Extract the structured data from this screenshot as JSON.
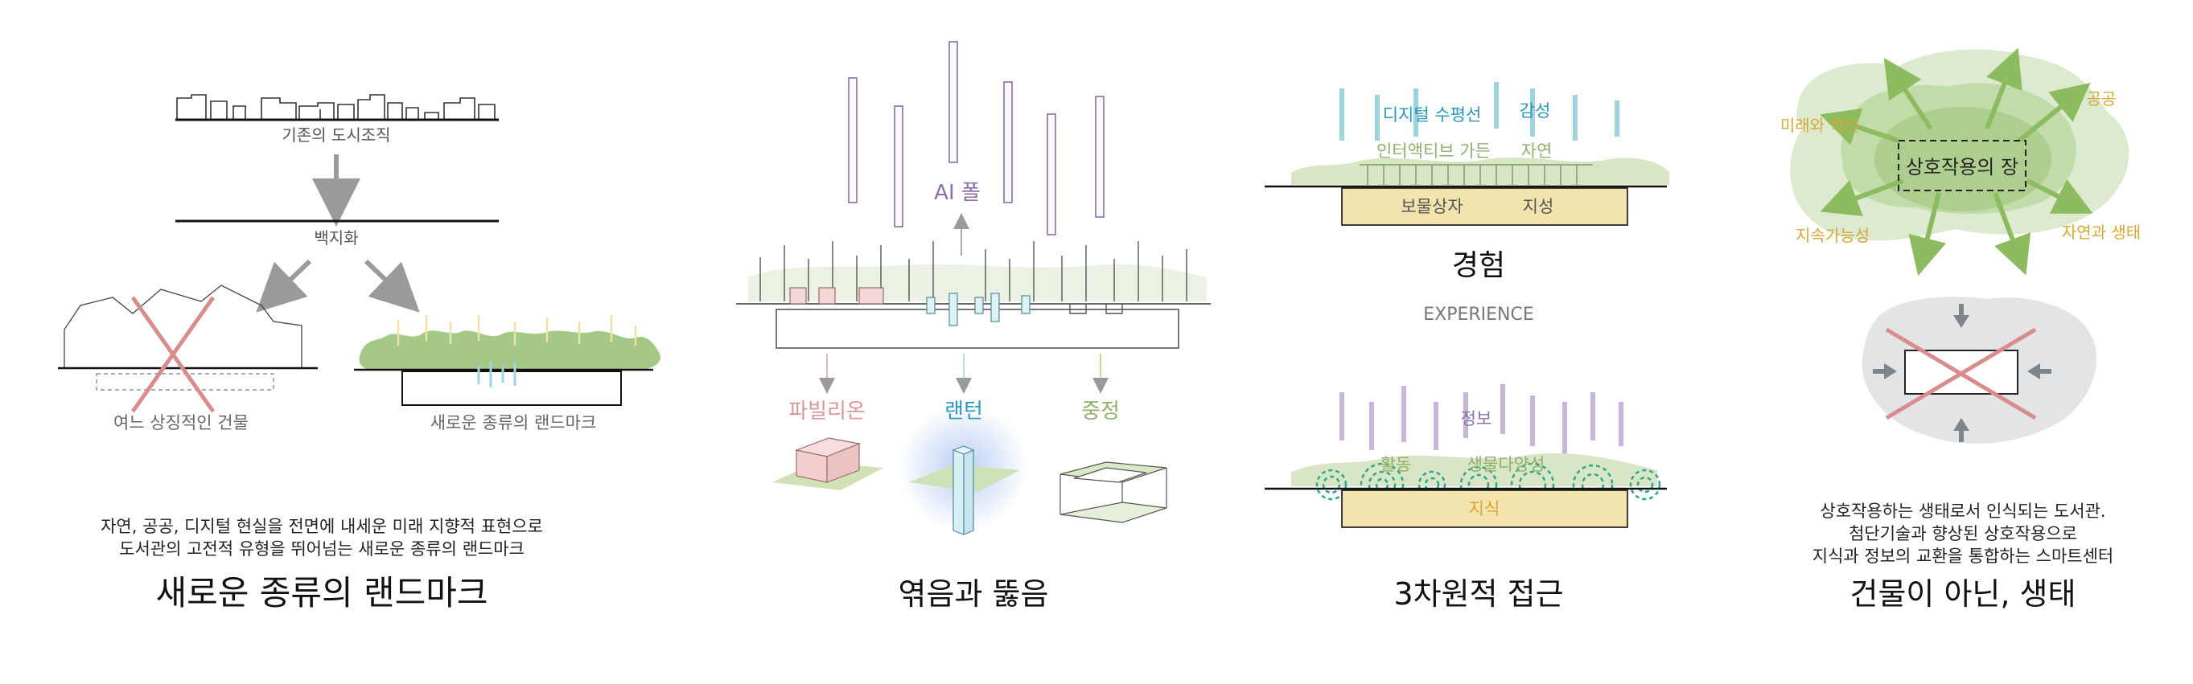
{
  "panel1": {
    "label_existing": "기존의 도시조직",
    "label_blank": "백지화",
    "label_symbolic": "여느 상징적인 건물",
    "label_newmark": "새로운 종류의 랜드마크",
    "desc_line1": "자연, 공공, 디지털 현실을 전면에 내세운 미래 지향적 표현으로",
    "desc_line2": "도서관의 고전적 유형을 뛰어넘는 새로운 종류의 랜드마크",
    "title": "새로운 종류의 랜드마크"
  },
  "panel2": {
    "label_ai": "AI 폴",
    "label_pavilion": "파빌리온",
    "label_lantern": "랜턴",
    "label_courtyard": "중정",
    "title": "엮음과 뚫음"
  },
  "panel3": {
    "label_digital": "디지털 수평선",
    "label_sense": "감성",
    "label_garden": "인터액티브 가든",
    "label_nature": "자연",
    "label_treasure": "보물상자",
    "label_intellect": "지성",
    "heading": "경험",
    "heading_en": "EXPERIENCE",
    "label_info": "정보",
    "label_activity": "활동",
    "label_biodiversity": "생물다양성",
    "label_knowledge": "지식",
    "title": "3차원적 접근"
  },
  "panel4": {
    "label_future": "미래와 혁신",
    "label_public": "공공",
    "label_field": "상호작용의 장",
    "label_sustain": "지속가능성",
    "label_naturelife": "자연과 생태",
    "desc_line1": "상호작용하는 생태로서 인식되는 도서관.",
    "desc_line2": "첨단기술과 향상된 상호작용으로",
    "desc_line3": "지식과 정보의 교환을 통합하는 스마트센터",
    "title": "건물이 아닌, 생태"
  },
  "colors": {
    "red_cross": "#d98c8c",
    "green": "#9cc27a",
    "cyan": "#9fd3de",
    "purple": "#c9b6d6",
    "yellow_box": "#f3e4ad",
    "orange_text": "#d8a637",
    "teal_text": "#2a98b7",
    "purple_text": "#8a6fa8",
    "green_text": "#8fb06a",
    "pink_text": "#d79a9a"
  }
}
